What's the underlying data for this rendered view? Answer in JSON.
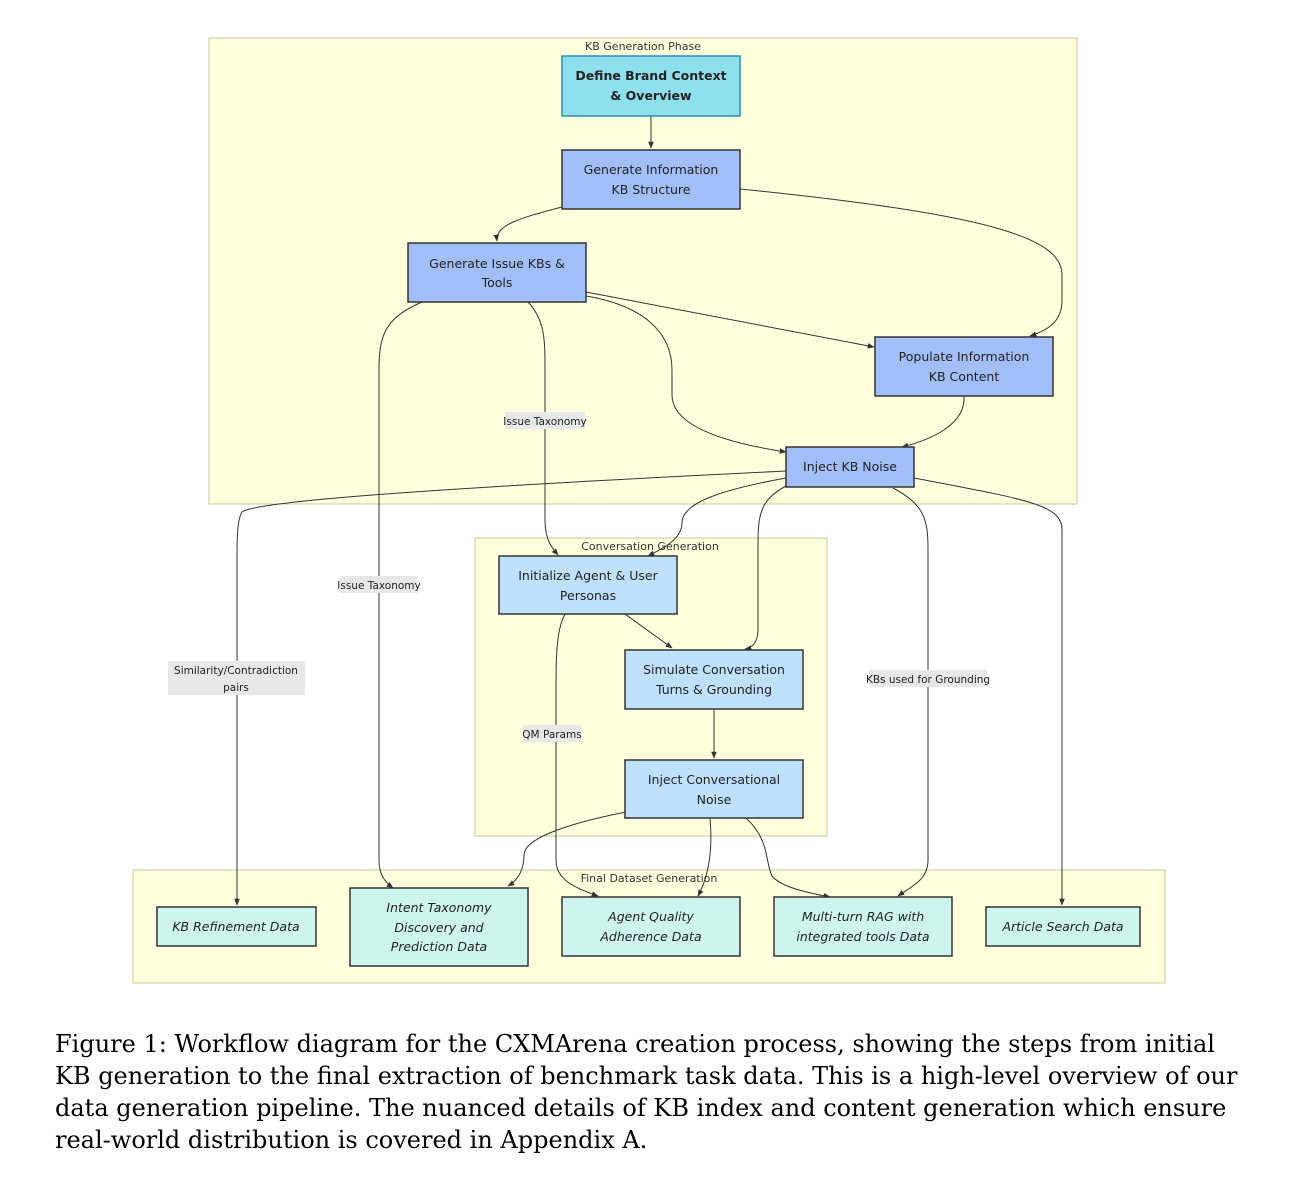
{
  "clusters": {
    "kb_phase": "KB Generation Phase",
    "conversation": "Conversation Generation",
    "final": "Final Dataset Generation"
  },
  "nodes": {
    "define_brand": [
      "Define Brand Context",
      "& Overview"
    ],
    "gen_info_kb": [
      "Generate Information",
      "KB Structure"
    ],
    "gen_issue_kb": [
      "Generate Issue KBs &",
      "Tools"
    ],
    "populate_info": [
      "Populate Information",
      "KB Content"
    ],
    "inject_kb_noise": [
      "Inject KB Noise"
    ],
    "init_personas": [
      "Initialize Agent & User",
      "Personas"
    ],
    "simulate_conv": [
      "Simulate Conversation",
      "Turns & Grounding"
    ],
    "inject_conv_noise": [
      "Inject Conversational",
      "Noise"
    ],
    "kb_refinement": [
      "KB Refinement Data"
    ],
    "intent_taxonomy": [
      "Intent Taxonomy",
      "Discovery and",
      "Prediction Data"
    ],
    "agent_quality": [
      "Agent Quality",
      "Adherence Data"
    ],
    "multiturn_rag": [
      "Multi-turn RAG with",
      "integrated tools Data"
    ],
    "article_search": [
      "Article Search Data"
    ]
  },
  "edge_labels": {
    "issue_taxonomy_1": "Issue Taxonomy",
    "issue_taxonomy_2": "Issue Taxonomy",
    "similarity": [
      "Similarity/Contradiction",
      "pairs"
    ],
    "qm_params": "QM Params",
    "kbs_grounding": "KBs used for Grounding"
  },
  "colors": {
    "cluster_fill": "#ffffde",
    "node_dark": "#a3bffa",
    "node_cyan": "#8fe0ee",
    "node_light": "#bfe1fc",
    "node_output": "#cdf5ee"
  },
  "caption": "Figure 1: Workflow diagram for the CXMArena creation process, showing the steps from initial KB generation to the final extraction of benchmark task data. This is a high-level overview of our data generation pipeline. The nuanced details of KB index and content generation which ensure real-world distribution is covered in Appendix A."
}
